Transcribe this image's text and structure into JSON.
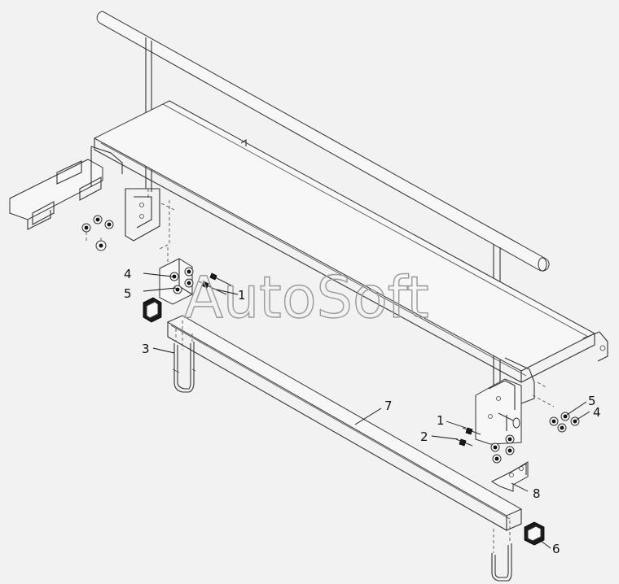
{
  "watermark": "AutoSoft",
  "callouts": [
    {
      "id": "c1-left",
      "label": "1"
    },
    {
      "id": "c4-left",
      "label": "4"
    },
    {
      "id": "c5-left",
      "label": "5"
    },
    {
      "id": "c3",
      "label": "3"
    },
    {
      "id": "c7",
      "label": "7"
    },
    {
      "id": "c1-right",
      "label": "1"
    },
    {
      "id": "c2",
      "label": "2"
    },
    {
      "id": "c5-right",
      "label": "5"
    },
    {
      "id": "c4-right",
      "label": "4"
    },
    {
      "id": "c8",
      "label": "8"
    },
    {
      "id": "c6",
      "label": "6"
    }
  ]
}
